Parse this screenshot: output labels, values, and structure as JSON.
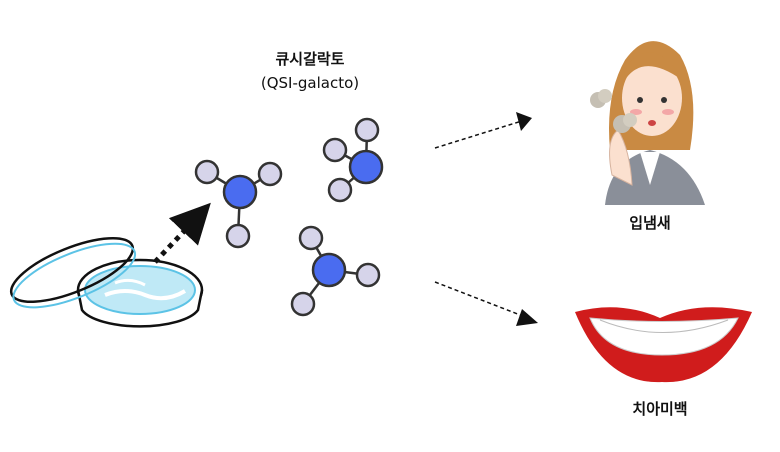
{
  "compound": {
    "name_ko": "큐시갈락토",
    "name_en": "(QSI-galacto)"
  },
  "effects": [
    {
      "label": "입냄새",
      "icon": "bad-breath-woman-icon"
    },
    {
      "label": "치아미백",
      "icon": "white-teeth-smile-icon"
    }
  ],
  "colors": {
    "center_atom": "#4a6cf0",
    "side_atom": "#d6d4ea",
    "dish": "#7fd0ea"
  }
}
